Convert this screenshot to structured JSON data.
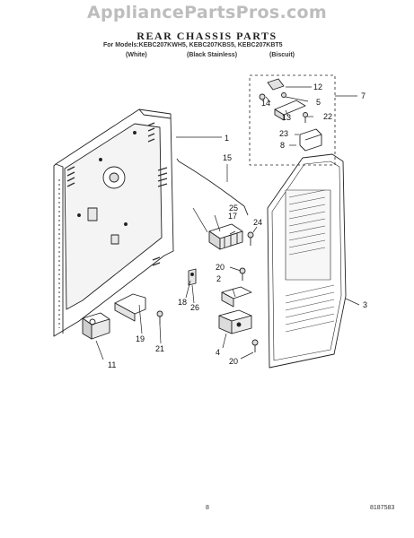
{
  "watermark": "AppliancePartsPros.com",
  "title": "REAR CHASSIS PARTS",
  "models_line": "For Models:KEBC207KWH5, KEBC207KBS5, KEBC207KBT5",
  "colors": {
    "white": "(White)",
    "black_stainless": "(Black Stainless)",
    "biscuit": "(Biscuit)"
  },
  "callouts": {
    "c1": "1",
    "c2": "2",
    "c3": "3",
    "c4": "4",
    "c5": "5",
    "c7": "7",
    "c8": "8",
    "c11": "11",
    "c12": "12",
    "c13": "13",
    "c14": "14",
    "c15": "15",
    "c17": "17",
    "c18": "18",
    "c19": "19",
    "c20a": "20",
    "c20b": "20",
    "c21": "21",
    "c22": "22",
    "c23": "23",
    "c24": "24",
    "c25": "25",
    "c26": "26"
  },
  "page_number": "8",
  "doc_number": "8187583"
}
